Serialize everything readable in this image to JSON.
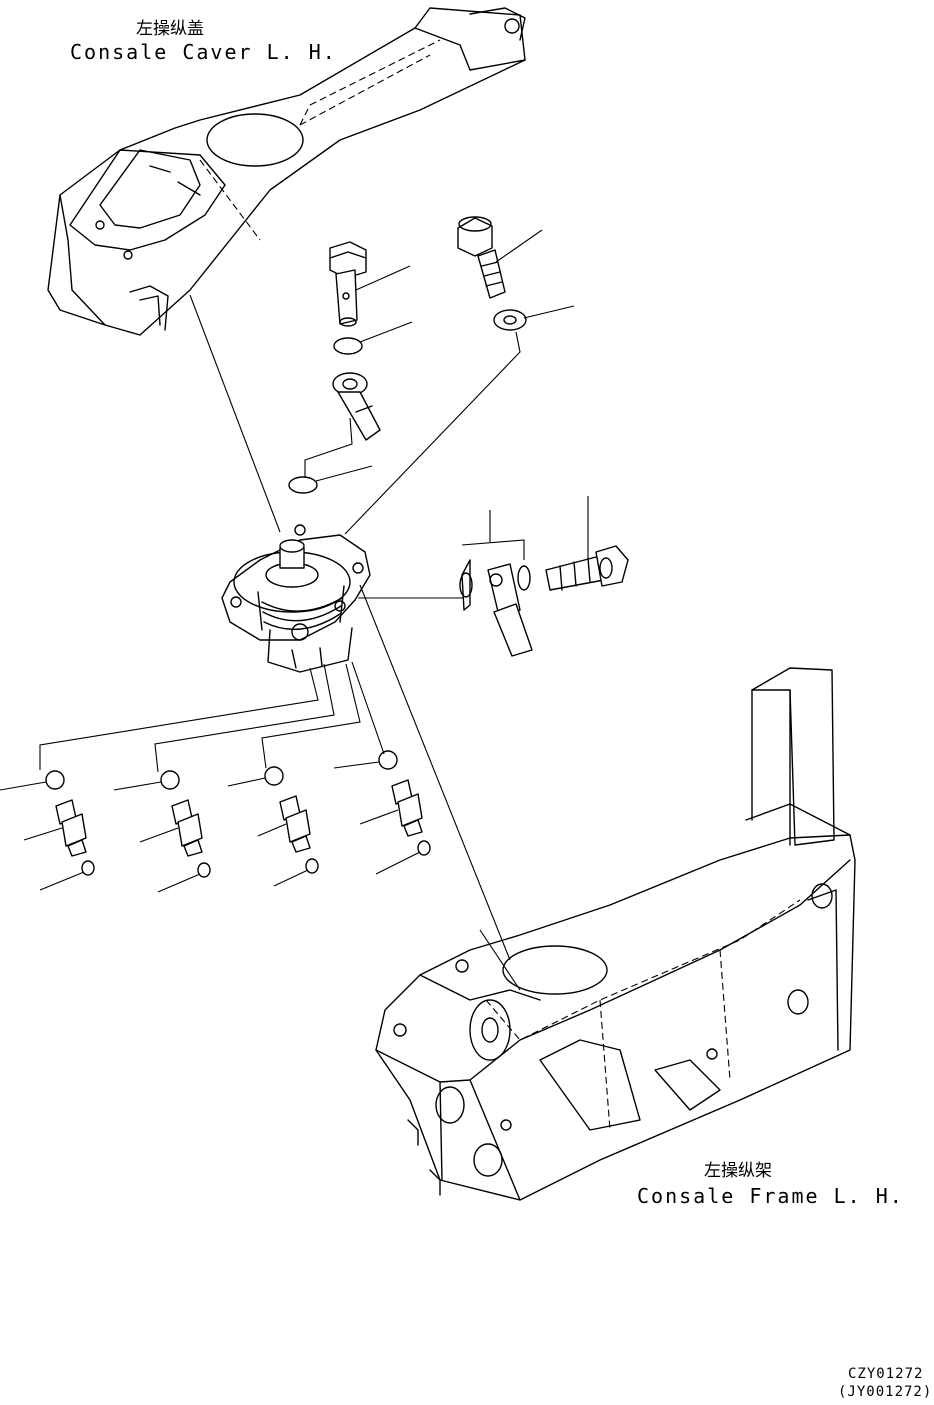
{
  "labels": {
    "cover_cn": "左操纵盖",
    "cover_en": "Consale Caver L. H.",
    "frame_cn": "左操纵架",
    "frame_en": "Consale Frame L. H.",
    "drawing_code": "CZY01272",
    "drawing_code_alt": "(JY001272)"
  },
  "parts": [
    {
      "name": "console-cover"
    },
    {
      "name": "hose-fitting-bolt"
    },
    {
      "name": "flange-bolt"
    },
    {
      "name": "o-ring"
    },
    {
      "name": "washer"
    },
    {
      "name": "elbow-fitting"
    },
    {
      "name": "o-ring-lower"
    },
    {
      "name": "pilot-valve"
    },
    {
      "name": "yoke-fitting"
    },
    {
      "name": "mounting-bolt"
    },
    {
      "name": "port-fitting"
    },
    {
      "name": "console-frame"
    }
  ]
}
